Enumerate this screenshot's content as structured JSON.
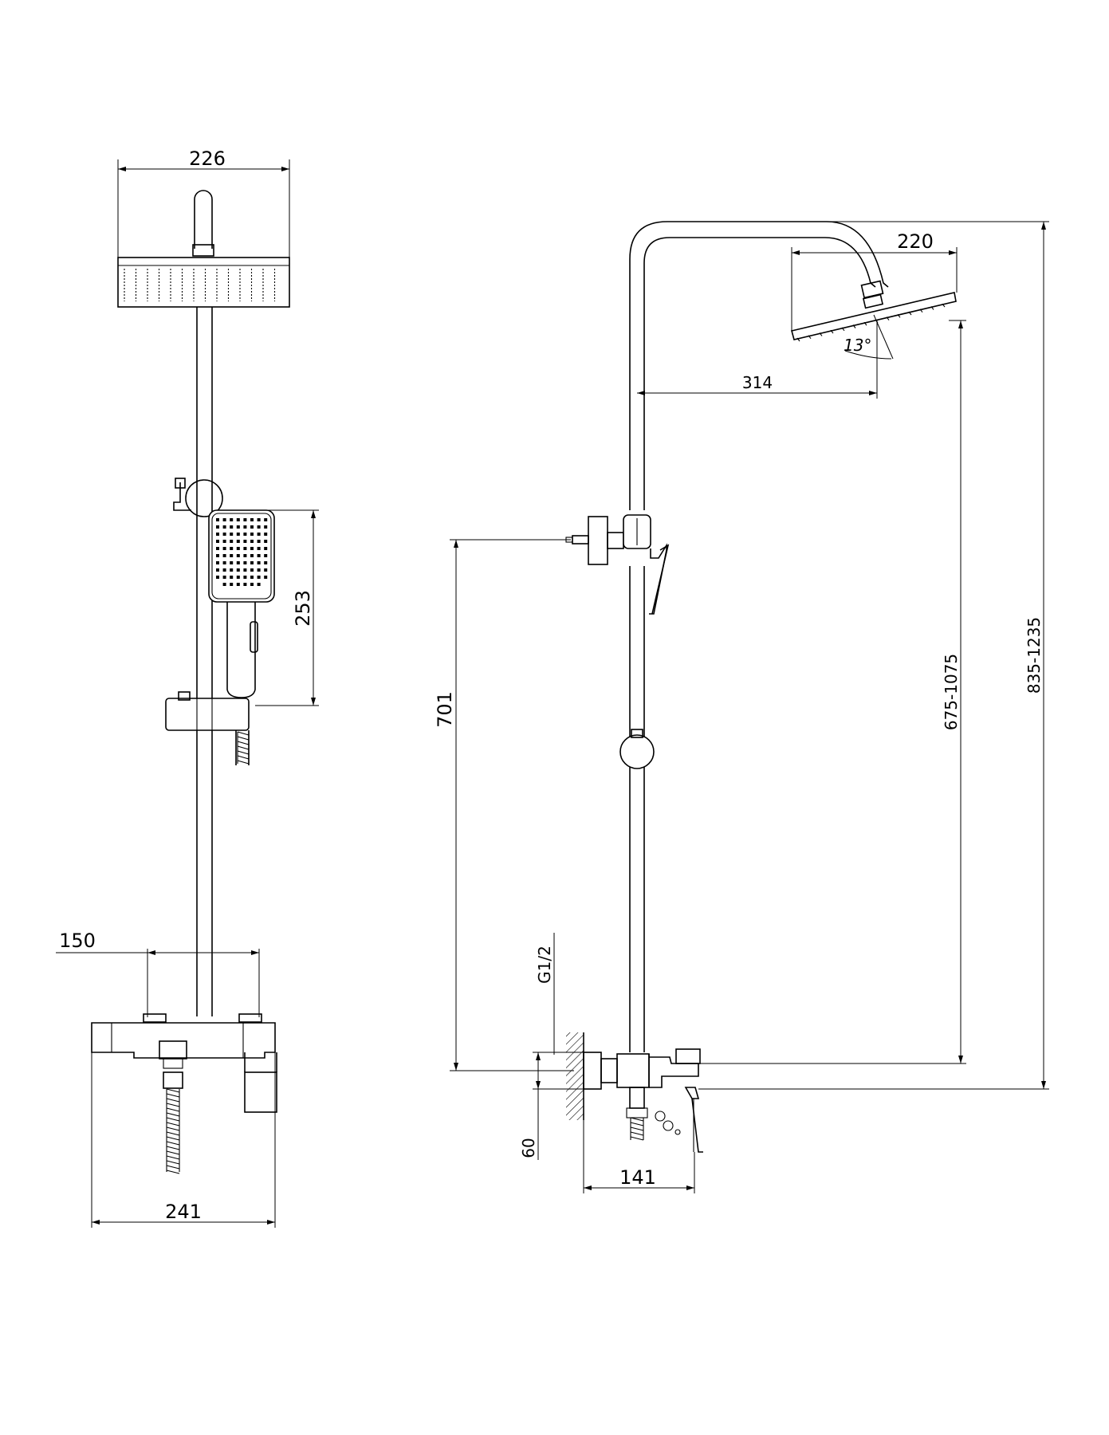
{
  "front_view": {
    "dim_overhead_width": "226",
    "dim_hand_shower_height": "253",
    "dim_inlet_spacing": "150",
    "dim_mixer_width": "241"
  },
  "side_view": {
    "dim_overhead_diameter": "220",
    "dim_tilt_angle": "13°",
    "dim_arm_reach": "314",
    "dim_holder_height": "701",
    "dim_head_height_range": "675-1075",
    "dim_total_height_range": "835-1235",
    "dim_thread": "G1/2",
    "dim_inlet_offset": "60",
    "dim_mixer_depth": "141"
  }
}
